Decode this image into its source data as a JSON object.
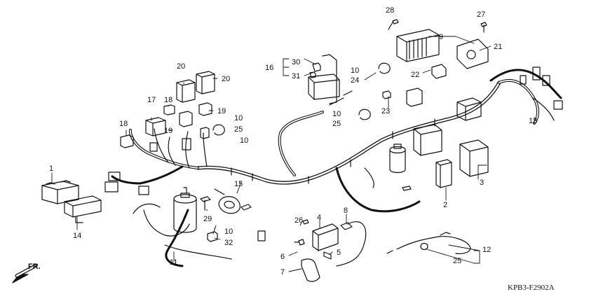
{
  "diagram": {
    "part_code": "KPB3-F2902A",
    "front_label": "FR.",
    "callouts": [
      {
        "id": "c1",
        "label": "1"
      },
      {
        "id": "c2",
        "label": "2"
      },
      {
        "id": "c3",
        "label": "3"
      },
      {
        "id": "c4",
        "label": "4"
      },
      {
        "id": "c5",
        "label": "5"
      },
      {
        "id": "c6",
        "label": "6"
      },
      {
        "id": "c7",
        "label": "7"
      },
      {
        "id": "c8",
        "label": "8"
      },
      {
        "id": "c9",
        "label": "9"
      },
      {
        "id": "c10a",
        "label": "10"
      },
      {
        "id": "c10b",
        "label": "10"
      },
      {
        "id": "c10c",
        "label": "10"
      },
      {
        "id": "c10d",
        "label": "10"
      },
      {
        "id": "c10e",
        "label": "10"
      },
      {
        "id": "c11",
        "label": "11"
      },
      {
        "id": "c12",
        "label": "12"
      },
      {
        "id": "c13",
        "label": "13"
      },
      {
        "id": "c14",
        "label": "14"
      },
      {
        "id": "c15",
        "label": "15"
      },
      {
        "id": "c16",
        "label": "16"
      },
      {
        "id": "c17",
        "label": "17"
      },
      {
        "id": "c18a",
        "label": "18"
      },
      {
        "id": "c18b",
        "label": "18"
      },
      {
        "id": "c19a",
        "label": "19"
      },
      {
        "id": "c19b",
        "label": "19"
      },
      {
        "id": "c20a",
        "label": "20"
      },
      {
        "id": "c20b",
        "label": "20"
      },
      {
        "id": "c21",
        "label": "21"
      },
      {
        "id": "c22",
        "label": "22"
      },
      {
        "id": "c23",
        "label": "23"
      },
      {
        "id": "c24",
        "label": "24"
      },
      {
        "id": "c25a",
        "label": "25"
      },
      {
        "id": "c25b",
        "label": "25"
      },
      {
        "id": "c25c",
        "label": "25"
      },
      {
        "id": "c26",
        "label": "26"
      },
      {
        "id": "c27",
        "label": "27"
      },
      {
        "id": "c28",
        "label": "28"
      },
      {
        "id": "c29",
        "label": "29"
      },
      {
        "id": "c30",
        "label": "30"
      },
      {
        "id": "c31",
        "label": "31"
      },
      {
        "id": "c32",
        "label": "32"
      }
    ]
  }
}
